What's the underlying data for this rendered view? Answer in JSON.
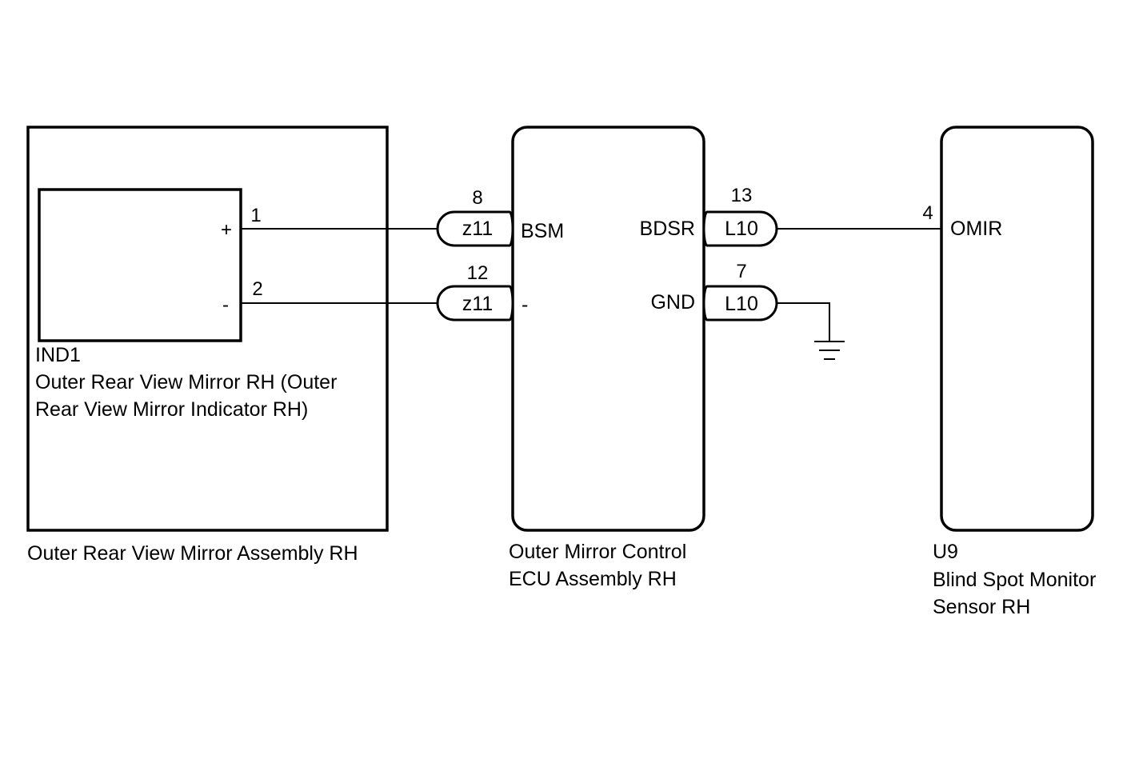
{
  "components": {
    "mirror_assembly": {
      "name": "Outer Rear View Mirror Assembly RH"
    },
    "indicator": {
      "code": "IND1",
      "name_line1": "Outer Rear View Mirror RH (Outer",
      "name_line2": "Rear View Mirror Indicator RH)",
      "terminal_plus": "+",
      "terminal_minus": "-",
      "pin_plus": "1",
      "pin_minus": "2"
    },
    "ecu": {
      "name_line1": "Outer Mirror Control",
      "name_line2": "ECU Assembly RH",
      "terminals": {
        "bsm": "BSM",
        "minus": "-",
        "bdsr": "BDSR",
        "gnd": "GND"
      }
    },
    "sensor": {
      "code": "U9",
      "name_line1": "Blind Spot Monitor",
      "name_line2": "Sensor RH",
      "terminal": "OMIR",
      "pin": "4"
    }
  },
  "connectors": {
    "c1": {
      "label": "z11",
      "pin": "8"
    },
    "c2": {
      "label": "z11",
      "pin": "12"
    },
    "c3": {
      "label": "L10",
      "pin": "13"
    },
    "c4": {
      "label": "L10",
      "pin": "7"
    }
  },
  "colors": {
    "line": "#000000",
    "background": "#ffffff"
  }
}
